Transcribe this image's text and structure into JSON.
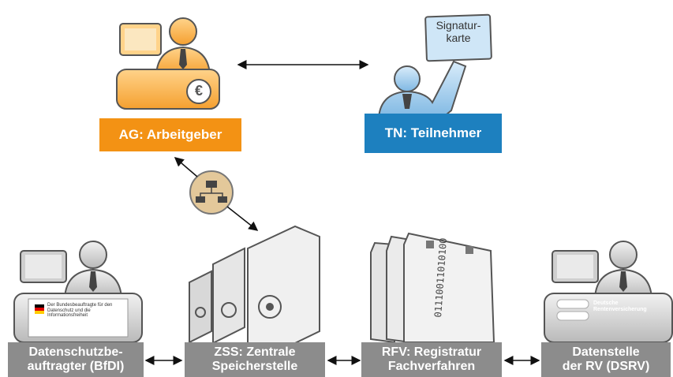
{
  "nodes": {
    "ag": {
      "label": "AG: Arbeitgeber"
    },
    "tn": {
      "label": "TN: Teilnehmer",
      "card_line1": "Signatur-",
      "card_line2": "karte"
    },
    "bfdi": {
      "line1": "Datenschutzbe-",
      "line2": "auftragter (BfDI)",
      "seal_text": "Der Bundesbeauftragte für den Datenschutz und die Informationsfreiheit"
    },
    "zss": {
      "line1": "ZSS: Zentrale",
      "line2": "Speicherstelle"
    },
    "rfv": {
      "line1": "RFV: Registratur",
      "line2": "Fachverfahren",
      "binary": "01110011010100"
    },
    "dsrv": {
      "line1": "Datenstelle",
      "line2": "der RV (DSRV)",
      "logo_line1": "Deutsche",
      "logo_line2": "Rentenversicherung"
    }
  },
  "icons": {
    "euro_symbol": "€",
    "network": "network-icon"
  },
  "colors": {
    "orange": "#f39214",
    "blue": "#1d80bf",
    "gray": "#8c8c8c"
  }
}
